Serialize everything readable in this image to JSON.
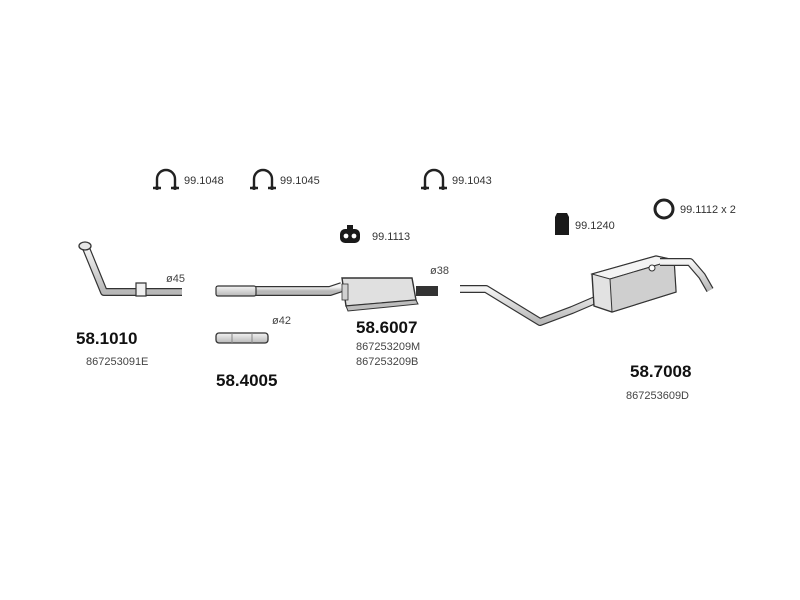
{
  "parts": {
    "front_pipe": {
      "part_no": "58.1010",
      "oem": "867253091E",
      "diameter": "ø45"
    },
    "connector": {
      "part_no": "58.4005",
      "diameter": "ø42"
    },
    "middle_silencer": {
      "part_no": "58.6007",
      "oem_1": "867253209M",
      "oem_2": "867253209B",
      "diameter": "ø38"
    },
    "rear_silencer": {
      "part_no": "58.7008",
      "oem": "867253609D"
    }
  },
  "accessories": {
    "clamp_1": "99.1048",
    "clamp_2": "99.1045",
    "clamp_3": "99.1043",
    "hanger_1": "99.1113",
    "rubber_mount": "99.1240",
    "ring_gasket": "99.1112 x 2"
  },
  "colors": {
    "part_fill": "#e2e2e2",
    "part_stroke": "#333333",
    "mount_fill": "#1a1a1a",
    "text": "#333333"
  }
}
